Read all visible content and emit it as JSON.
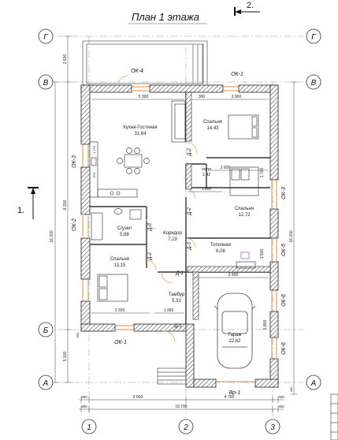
{
  "title": "План 1 этажа",
  "section_mark": "2.",
  "section_mark_left": "1.",
  "axes_letters": {
    "g": "Г",
    "v": "В",
    "b": "Б",
    "a": "А"
  },
  "axes_numbers": {
    "n1": "1",
    "n2": "2",
    "n3": "3"
  },
  "rooms": [
    {
      "name": "Кухня-Гостиная",
      "area": "31,64"
    },
    {
      "name": "Спальня",
      "area": "14,43"
    },
    {
      "name": "холл",
      "area": "1,42"
    },
    {
      "name": "Спальня",
      "area": "12,72"
    },
    {
      "name": "С/узел",
      "area": "5,88"
    },
    {
      "name": "Коридор",
      "area": "7,19"
    },
    {
      "name": "Топочная",
      "area": "6,08"
    },
    {
      "name": "Спальня",
      "area": "13,15"
    },
    {
      "name": "Тамбур",
      "area": "5,31"
    },
    {
      "name": "Гараж",
      "area": "22,62"
    }
  ],
  "windows": {
    "ok4": "ОК-4",
    "ok1": "ОК-1",
    "ok3_left": "ОК-3",
    "ok2": "ОК-2",
    "ok3_right": "ОК-3",
    "ok5": "ОК-5",
    "ok6_a": "ОК-6",
    "ok6_b": "ОК-6",
    "ok1_bottom": "ОК-1",
    "vr1": "Вр-1"
  },
  "doors": {
    "d2_a": "Д-2",
    "d2_b": "Д-2",
    "d3_a": "Д-3",
    "d3_b": "Д-3",
    "d2_c": "Д-2",
    "d1_a": "Д-1",
    "d1_b": "Д-1"
  },
  "dims": {
    "top_5300": "5 300",
    "top_300": "300",
    "top_3900": "3 900",
    "d2600": "2 600",
    "d1800": "1 800",
    "d1700": "1 700",
    "d1500": "1 500",
    "d3900": "3 900",
    "d3200": "3 200",
    "d1960": "1 960",
    "d5800": "5 800",
    "left_2600": "2 600",
    "left_8200": "8 200",
    "left_5100": "5 100",
    "left_16200": "16 200",
    "right_16200": "16 200",
    "b_800a": "800",
    "b_5600": "5 600",
    "b_4700": "4 700",
    "b_400a": "400",
    "b_800b": "800",
    "b_10700": "10 700",
    "b_400b": "400",
    "small_500": "500",
    "small_400": "400",
    "c_1175": "1 175",
    "c_975": "975"
  }
}
